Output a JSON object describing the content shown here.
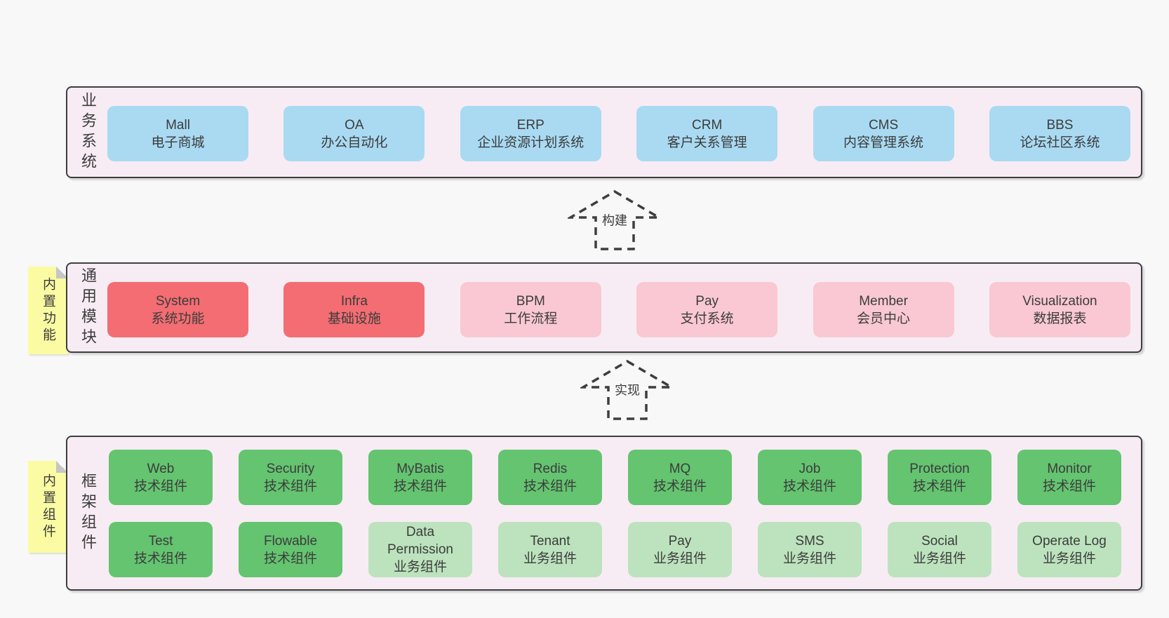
{
  "palette": {
    "canvas_bg": "#f8f8f8",
    "panel_bg": "#f8ecf4",
    "panel_border": "#3e3e3e",
    "box_blue": "#a9daf2",
    "box_red": "#f46d72",
    "box_pink": "#fac8d2",
    "box_green": "#64c470",
    "box_green_light": "#bce3bd",
    "sticky_yellow": "#fbfba3",
    "sticky_fold_gray": "#c6c6c6",
    "text": "#3c3c3c"
  },
  "arrows": [
    {
      "label": "构建"
    },
    {
      "label": "实现"
    }
  ],
  "layers": {
    "business": {
      "side_label": "业务系统",
      "boxes": [
        {
          "title": "Mall",
          "subtitle": "电子商城"
        },
        {
          "title": "OA",
          "subtitle": "办公自动化"
        },
        {
          "title": "ERP",
          "subtitle": "企业资源计划系统"
        },
        {
          "title": "CRM",
          "subtitle": "客户关系管理"
        },
        {
          "title": "CMS",
          "subtitle": "内容管理系统"
        },
        {
          "title": "BBS",
          "subtitle": "论坛社区系统"
        }
      ]
    },
    "modules": {
      "side_label": "通用模块",
      "sticky": "内置功能",
      "boxes": [
        {
          "title": "System",
          "subtitle": "系统功能"
        },
        {
          "title": "Infra",
          "subtitle": "基础设施"
        },
        {
          "title": "BPM",
          "subtitle": "工作流程"
        },
        {
          "title": "Pay",
          "subtitle": "支付系统"
        },
        {
          "title": "Member",
          "subtitle": "会员中心"
        },
        {
          "title": "Visualization",
          "subtitle": "数据报表"
        }
      ]
    },
    "framework": {
      "side_label": "框架组件",
      "sticky": "内置组件",
      "rows": [
        [
          {
            "title": "Web",
            "subtitle": "技术组件"
          },
          {
            "title": "Security",
            "subtitle": "技术组件"
          },
          {
            "title": "MyBatis",
            "subtitle": "技术组件"
          },
          {
            "title": "Redis",
            "subtitle": "技术组件"
          },
          {
            "title": "MQ",
            "subtitle": "技术组件"
          },
          {
            "title": "Job",
            "subtitle": "技术组件"
          },
          {
            "title": "Protection",
            "subtitle": "技术组件"
          },
          {
            "title": "Monitor",
            "subtitle": "技术组件"
          }
        ],
        [
          {
            "title": "Test",
            "subtitle": "技术组件"
          },
          {
            "title": "Flowable",
            "subtitle": "技术组件"
          },
          {
            "title": "Data Permission",
            "subtitle": "业务组件"
          },
          {
            "title": "Tenant",
            "subtitle": "业务组件"
          },
          {
            "title": "Pay",
            "subtitle": "业务组件"
          },
          {
            "title": "SMS",
            "subtitle": "业务组件"
          },
          {
            "title": "Social",
            "subtitle": "业务组件"
          },
          {
            "title": "Operate Log",
            "subtitle": "业务组件"
          }
        ]
      ]
    }
  }
}
